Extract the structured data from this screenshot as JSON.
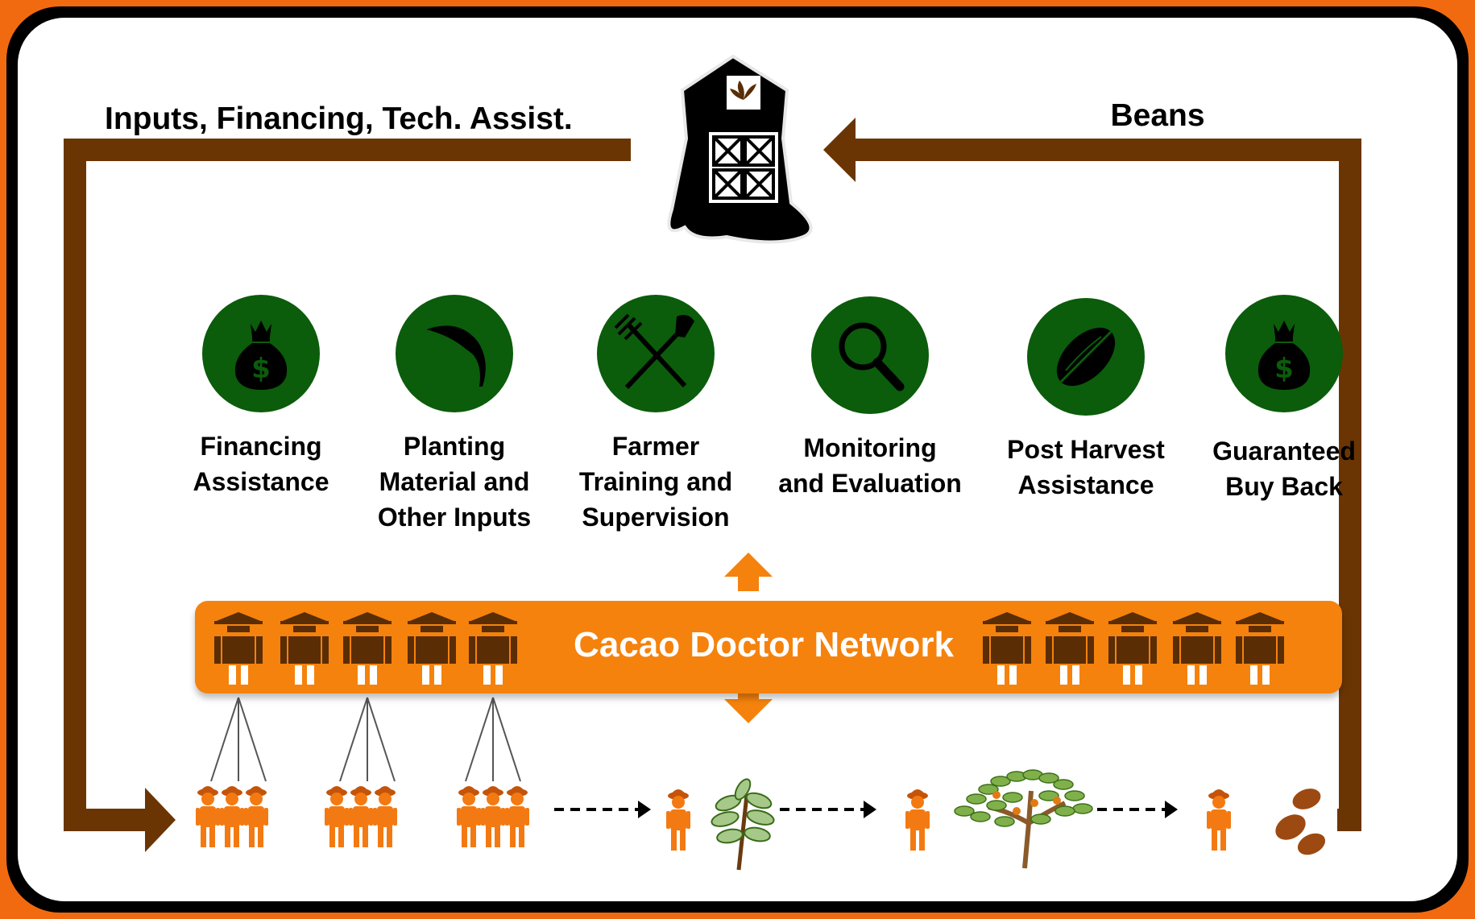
{
  "flows": {
    "inputs_label": "Inputs, Financing, Tech. Assist.",
    "beans_label": "Beans"
  },
  "services": [
    {
      "icon": "money-bag-icon",
      "line1": "Financing",
      "line2": "Assistance",
      "line3": ""
    },
    {
      "icon": "leaf-icon",
      "line1": "Planting",
      "line2": "Material and",
      "line3": "Other Inputs"
    },
    {
      "icon": "pitchfork-shovel-icon",
      "line1": "Farmer",
      "line2": "Training and",
      "line3": "Supervision"
    },
    {
      "icon": "magnifying-glass-icon",
      "line1": "Monitoring",
      "line2": "and Evaluation",
      "line3": ""
    },
    {
      "icon": "cacao-pod-icon",
      "line1": "Post Harvest",
      "line2": "Assistance",
      "line3": ""
    },
    {
      "icon": "money-bag-icon",
      "line1": "Guaranteed",
      "line2": "Buy Back",
      "line3": ""
    }
  ],
  "network": {
    "title": "Cacao Doctor Network"
  },
  "colors": {
    "outer_orange": "#f26a0f",
    "arrow_brown": "#6b3503",
    "service_green": "#0b5c0b",
    "network_orange": "#f5820d",
    "farmer_orange": "#f37a12",
    "doctor_brown": "#5a2d05"
  }
}
